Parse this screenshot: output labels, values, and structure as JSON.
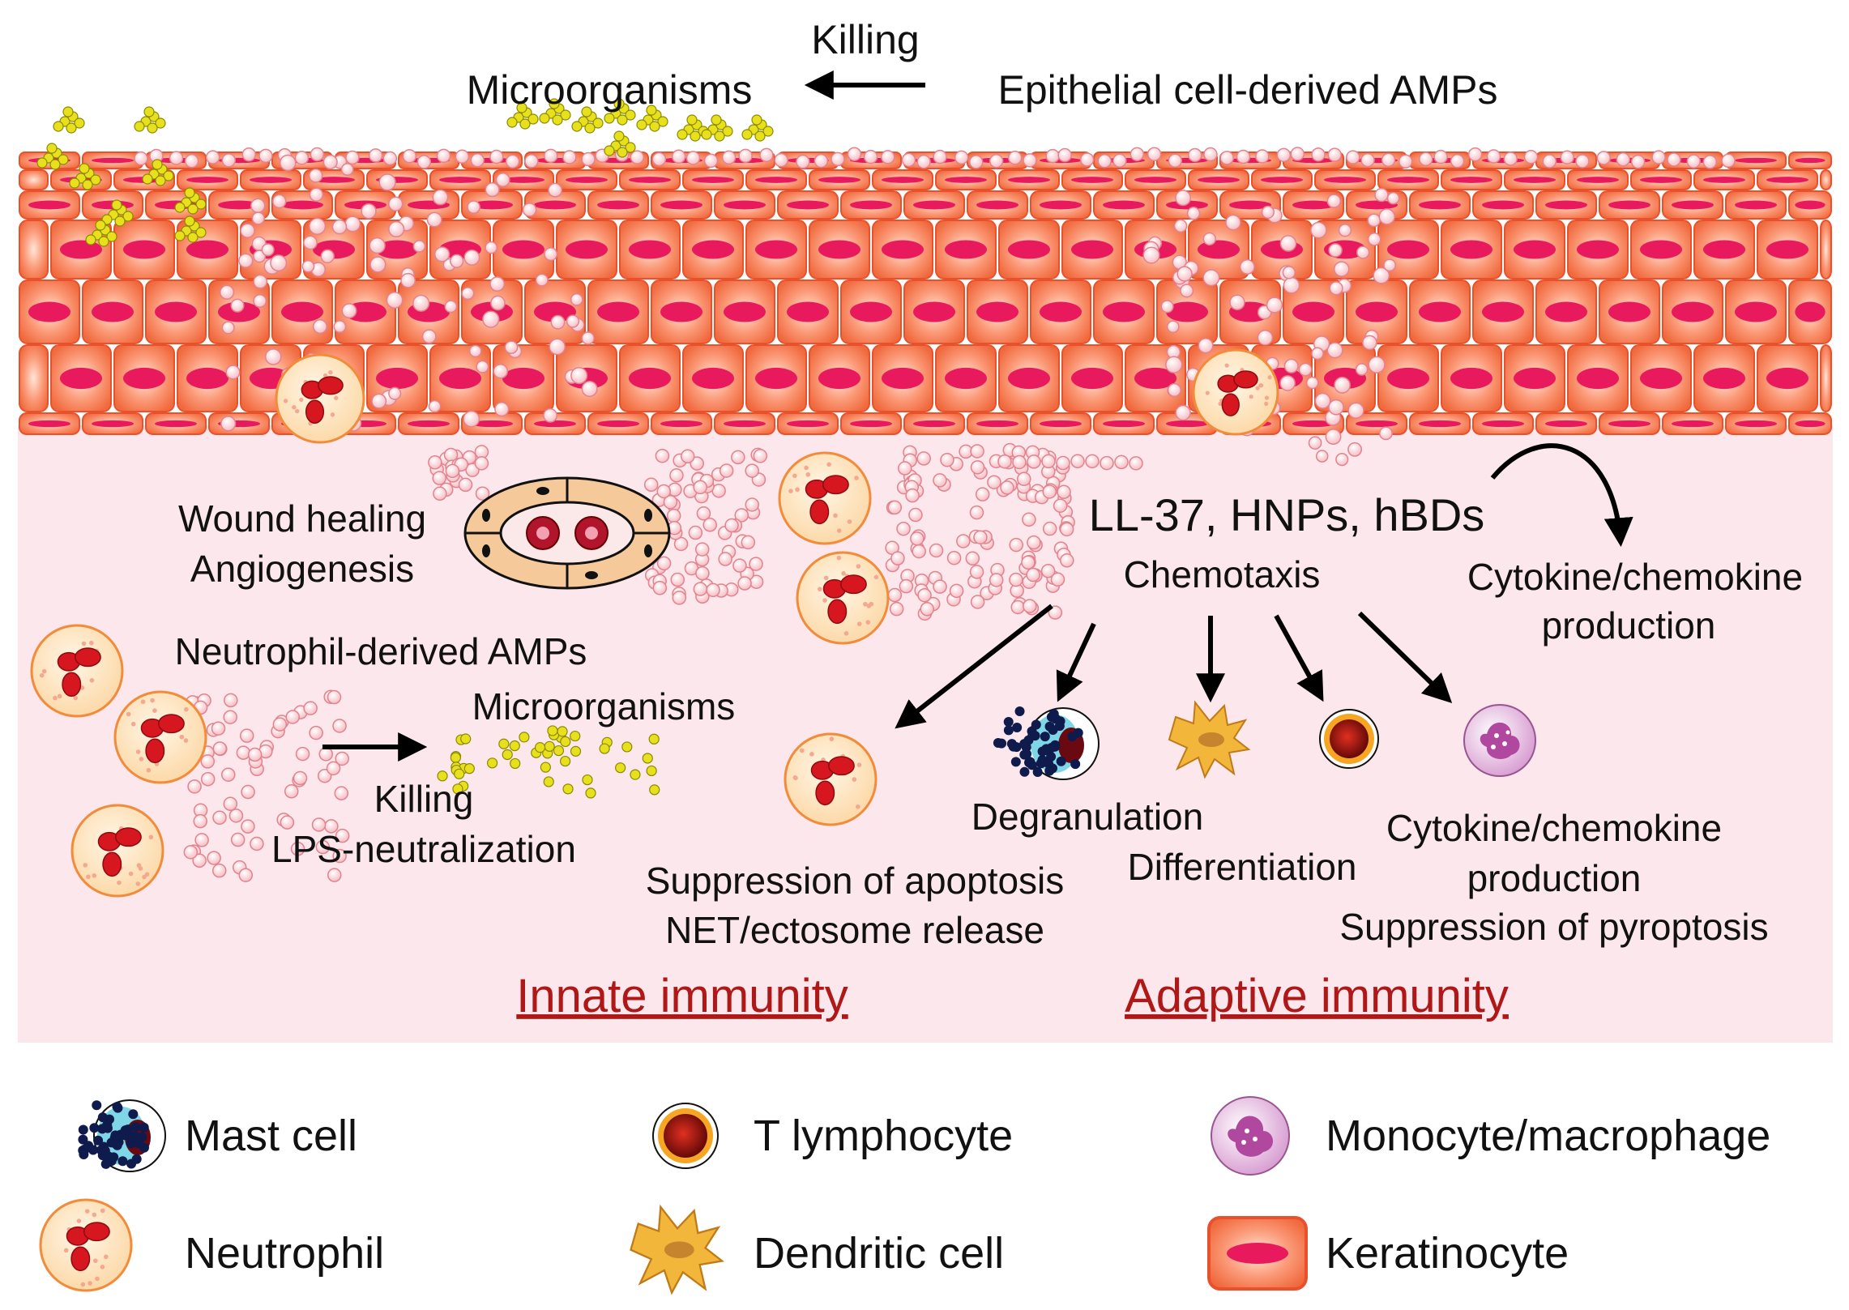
{
  "colors": {
    "tissue": "#fbe7ec",
    "keratinocyte_fill": "#fa7650",
    "keratinocyte_edge": "#e8512b",
    "nucleus": "#e8195c",
    "amp_granule": "#f9c5c9",
    "microbe": "#e8e01c",
    "neutrophil_fill": "#fde4b8",
    "neutrophil_edge": "#f28b3a",
    "neutrophil_lobe": "#d7171f",
    "vessel_fill": "#f6c99a",
    "vessel_lumen": "#fbe9e9",
    "dendritic": "#f2b73a",
    "dendritic_nucleus": "#c6842e",
    "mast_granule": "#0f1a4d",
    "mast_body": "#7fd6e6",
    "tcell_ring": "#f6a623",
    "tcell_core": "#8e0d12",
    "macrophage": "#d488c6",
    "innate_title": "#b01818",
    "arrow": "#000000"
  },
  "icons": [
    "keratinocyte-icon",
    "neutrophil-icon",
    "mast-cell-icon",
    "t-lymphocyte-icon",
    "dendritic-cell-icon",
    "macrophage-icon",
    "microbe-icon",
    "blood-vessel-icon"
  ],
  "top": {
    "killing": "Killing",
    "microorganisms": "Microorganisms",
    "epithelial_amps": "Epithelial cell-derived AMPs"
  },
  "dermis": {
    "wound_healing": "Wound healing",
    "angiogenesis": "Angiogenesis",
    "mediators": "LL-37, HNPs, hBDs",
    "chemotaxis": "Chemotaxis",
    "cytokine_top_1": "Cytokine/chemokine",
    "cytokine_top_2": "production",
    "neutrophil_amps": "Neutrophil-derived AMPs",
    "microorganisms": "Microorganisms",
    "killing": "Killing",
    "lps": "LPS-neutralization",
    "degranulation": "Degranulation",
    "differentiation": "Differentiation",
    "suppression_apoptosis": "Suppression of apoptosis",
    "net_release": "NET/ectosome release",
    "cytokine_1": "Cytokine/chemokine",
    "cytokine_2": "production",
    "suppression_pyroptosis": "Suppression of pyroptosis",
    "innate": "Innate immunity",
    "adaptive": "Adaptive immunity"
  },
  "legend": {
    "mast_cell": "Mast cell",
    "t_lymphocyte": "T lymphocyte",
    "macrophage": "Monocyte/macrophage",
    "neutrophil": "Neutrophil",
    "dendritic_cell": "Dendritic cell",
    "keratinocyte": "Keratinocyte"
  }
}
